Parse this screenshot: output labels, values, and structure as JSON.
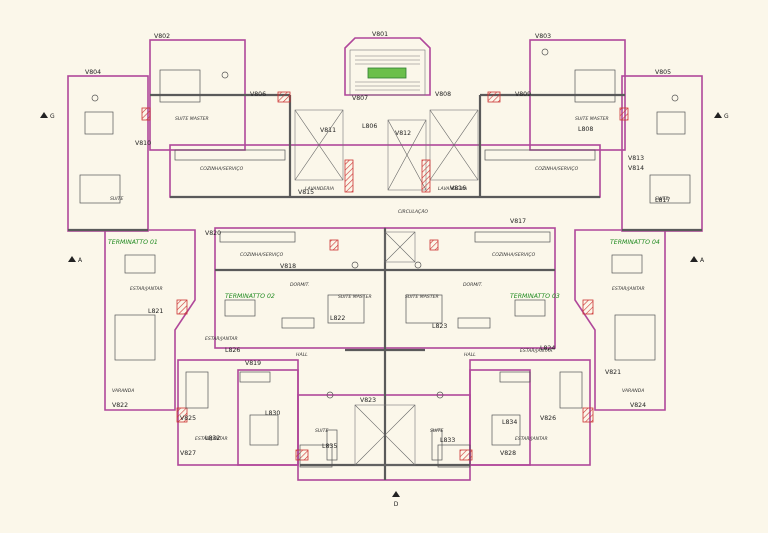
{
  "colors": {
    "background": "#fbf7ea",
    "wall_outline": "#b0479a",
    "wall": "#5a5a5a",
    "apartment_label": "#1f8a1f",
    "hatch": "#cc3333"
  },
  "axis_labels": {
    "left_g": "G",
    "right_g": "G",
    "left_a": "A",
    "right_a": "A",
    "bottom_d": "D"
  },
  "apartments": [
    {
      "label": "TERMINATTO 01"
    },
    {
      "label": "TERMINATTO 02"
    },
    {
      "label": "TERMINATTO 03"
    },
    {
      "label": "TERMINATTO 04"
    }
  ],
  "rooms": {
    "cozinha_l": "COZINHA/SERVIÇO",
    "cozinha_r": "COZINHA/SERVIÇO",
    "cozinha_cl": "COZINHA/SERVIÇO",
    "cozinha_cr": "COZINHA/SERVIÇO",
    "estar_1": "ESTAR/JANTAR",
    "estar_2": "ESTAR/JANTAR",
    "estar_3": "ESTAR/JANTAR",
    "estar_4": "ESTAR/JANTAR",
    "estar_5": "ESTAR/JANTAR",
    "estar_6": "ESTAR/JANTAR",
    "suite_master_l": "SUITE MASTER",
    "suite_master_r": "SUITE MASTER",
    "suite_master_cl": "SUITE MASTER",
    "suite_master_cr": "SUITE MASTER",
    "circulacao": "CIRCULAÇÃO",
    "varanda_l": "VARANDA",
    "varanda_r": "VARANDA",
    "suite_bl": "SUITE",
    "suite_br": "SUITE",
    "suite_tl": "SUITE",
    "suite_tr": "SUITE",
    "lavanderia_l": "LAVANDERIA",
    "lavanderia_r": "LAVANDERIA",
    "hall_l": "HALL",
    "hall_r": "HALL",
    "dormit_l": "DORMIT.",
    "dormit_r": "DORMIT."
  },
  "tags": {
    "V801": "V801",
    "V802": "V802",
    "V803": "V803",
    "V804": "V804",
    "V805": "V805",
    "V806": "V806",
    "V807": "V807",
    "V808": "V808",
    "V809": "V809",
    "V810": "V810",
    "V811": "V811",
    "V812": "V812",
    "V813": "V813",
    "V814": "V814",
    "V815": "V815",
    "V816": "V816",
    "V817": "V817",
    "V818": "V818",
    "V819": "V819",
    "V820": "V820",
    "V821": "V821",
    "V822": "V822",
    "V823": "V823",
    "V824": "V824",
    "V825": "V825",
    "V826": "V826",
    "V827": "V827",
    "V828": "V828",
    "L806": "L806",
    "L808": "L808",
    "L817": "L817",
    "L821": "L821",
    "L822": "L822",
    "L823": "L823",
    "L824": "L824",
    "L826": "L826",
    "L830": "L830",
    "L832": "L832",
    "L833": "L833",
    "L834": "L834",
    "L835": "L835"
  }
}
